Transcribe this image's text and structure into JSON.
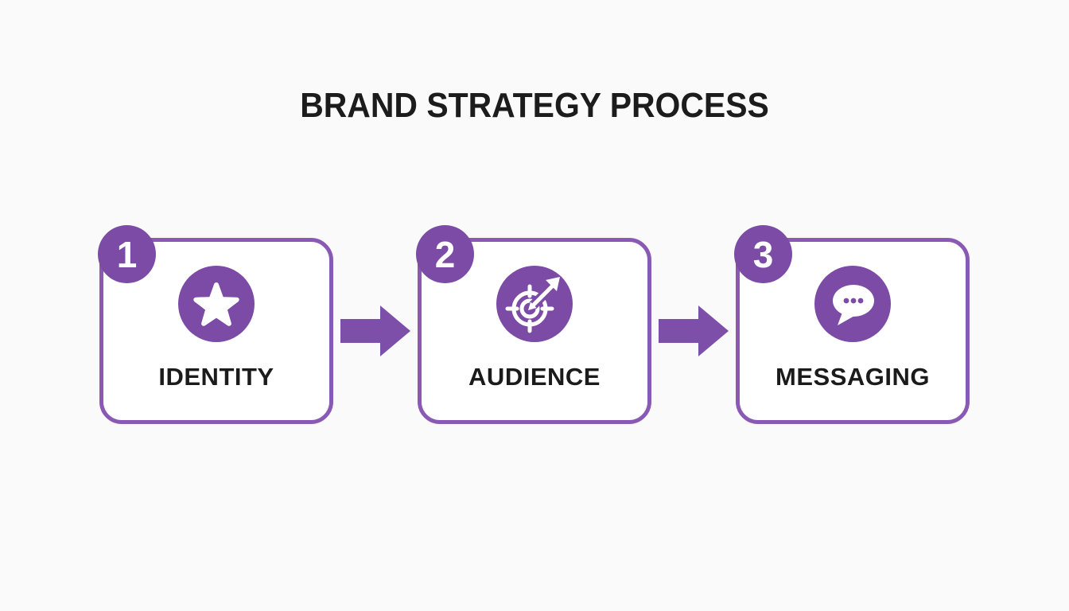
{
  "title": "BRAND STRATEGY PROCESS",
  "colors": {
    "purple_fill": "#7b4ba6",
    "card_border": "#8a58b5",
    "arrow": "#7d4fa8",
    "text": "#1c1c1c",
    "background": "#fafafa",
    "card_background": "#ffffff"
  },
  "steps": [
    {
      "number": "1",
      "label": "IDENTITY",
      "icon": "star-icon"
    },
    {
      "number": "2",
      "label": "AUDIENCE",
      "icon": "target-arrow-icon"
    },
    {
      "number": "3",
      "label": "MESSAGING",
      "icon": "speech-bubble-icon"
    }
  ],
  "connector": {
    "icon": "right-arrow-icon"
  }
}
